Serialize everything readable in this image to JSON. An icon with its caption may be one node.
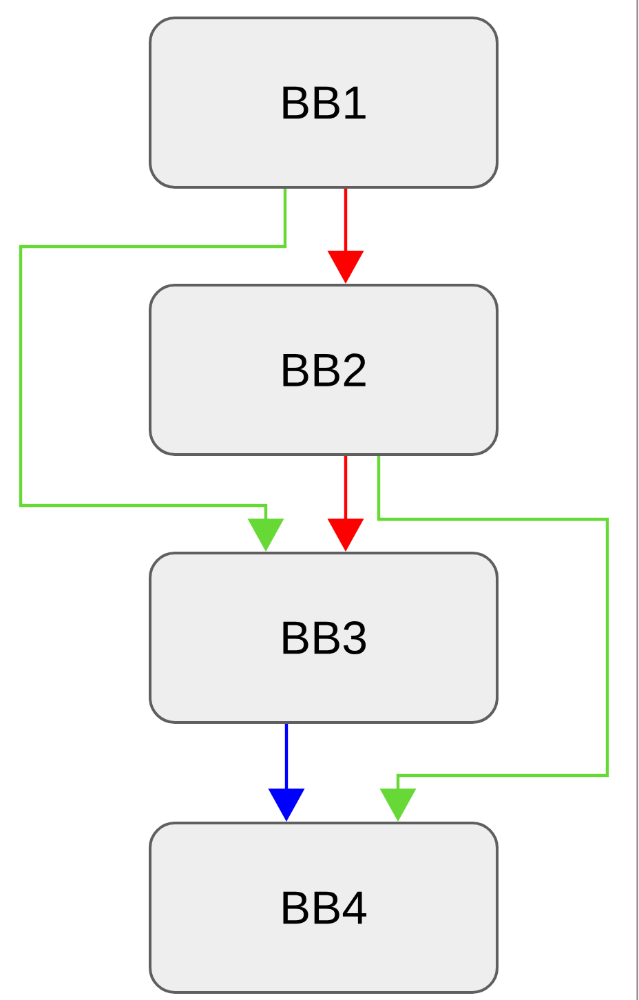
{
  "diagram": {
    "nodes": [
      {
        "text": [
          "BB1"
        ]
      },
      {
        "text": [
          "BB2"
        ]
      },
      {
        "text": [
          "BB3"
        ]
      },
      {
        "text": [
          "BB4"
        ]
      }
    ],
    "edges": [
      {
        "from": 0,
        "to": 1,
        "arrow": "to",
        "color": "#ff0000"
      },
      {
        "from": 0,
        "to": 2,
        "arrow": "to",
        "color": "#66d936"
      },
      {
        "from": 1,
        "to": 2,
        "arrow": "to",
        "color": "#ff0000"
      },
      {
        "from": 1,
        "to": 3,
        "arrow": "to",
        "color": "#66d936"
      },
      {
        "from": 2,
        "to": 3,
        "arrow": "to",
        "color": "#0000ff"
      }
    ]
  }
}
